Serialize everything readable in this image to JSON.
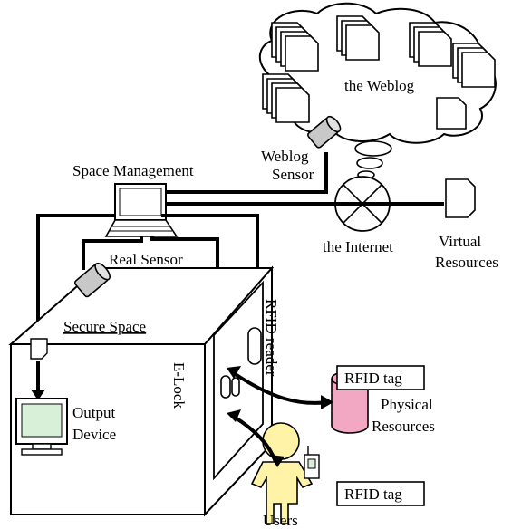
{
  "labels": {
    "the_weblog": "the Weblog",
    "weblog_sensor_1": "Weblog",
    "weblog_sensor_2": "Sensor",
    "space_management": "Space Management",
    "the_internet": "the Internet",
    "virtual_resources_1": "Virtual",
    "virtual_resources_2": "Resources",
    "real_sensor": "Real Sensor",
    "rfid_reader": "RFID reader",
    "secure_space": "Secure Space",
    "output_device_1": "Output",
    "output_device_2": "Device",
    "e_lock": "E-Lock",
    "rfid_tag_resource": "RFID tag",
    "physical_resources_1": "Physical",
    "physical_resources_2": "Resources",
    "rfid_tag_user": "RFID tag",
    "users": "Users"
  },
  "colors": {
    "screen": "#d8f0d8",
    "resource": "#f2a7c3",
    "user": "#fff3a8"
  }
}
